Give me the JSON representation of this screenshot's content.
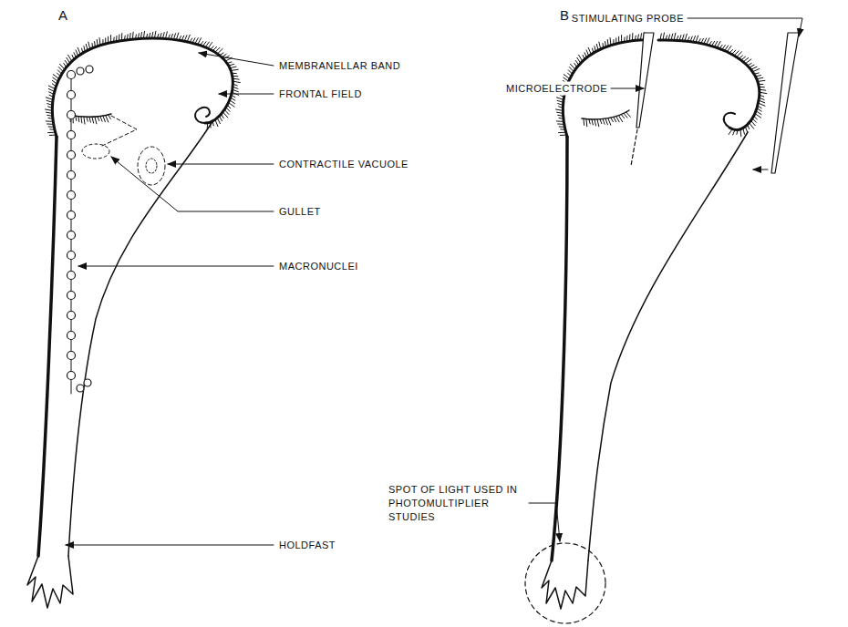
{
  "diagram": {
    "labels": [
      "A",
      "MEMBRANELLAR BAND",
      "FRONTAL FIELD",
      "CONTRACTILE VACUOLE",
      "GULLET",
      "MACRONUCLEI",
      "HOLDFAST",
      "B",
      "STIMULATING PROBE",
      "MICROELECTRODE",
      "SPOT OF LIGHT USED IN PHOTOMULTIPLIER STUDIES"
    ]
  }
}
